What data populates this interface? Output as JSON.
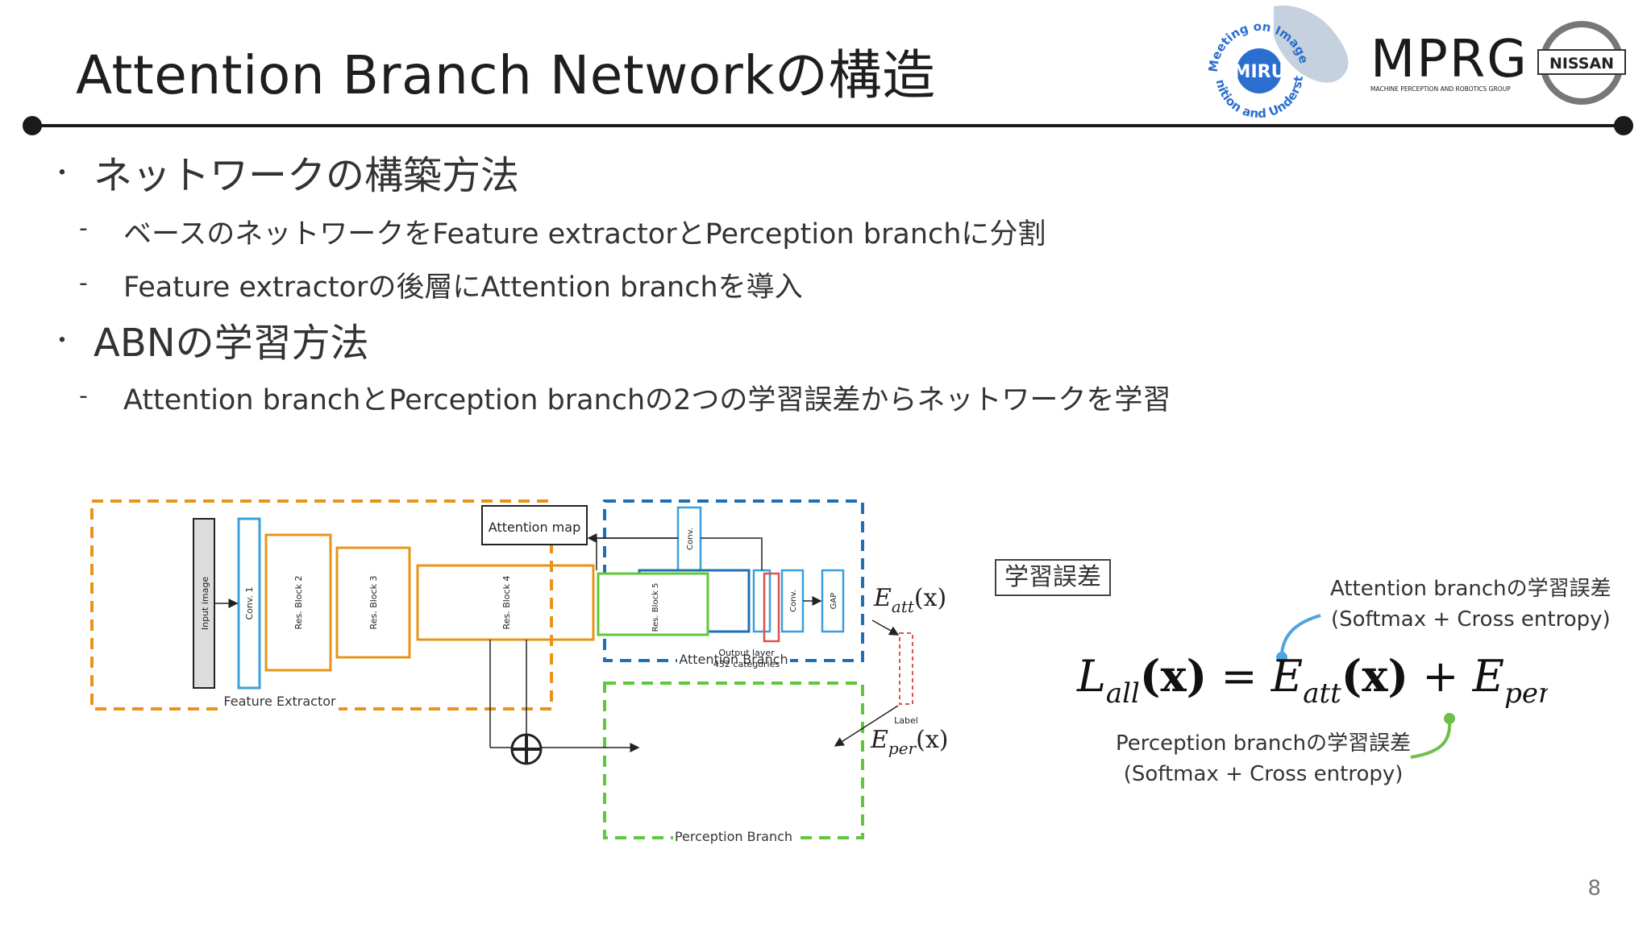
{
  "slide": {
    "title": "Attention Branch Networkの構造",
    "page_number": "8",
    "bullets": [
      {
        "text": "ネットワークの構築方法",
        "subs": [
          "ベースのネットワークをFeature extractorとPerception branchに分割",
          "Feature extractorの後層にAttention branchを導入"
        ]
      },
      {
        "text": "ABNの学習方法",
        "subs": [
          "Attention branchとPerception branchの2つの学習誤差からネットワークを学習"
        ]
      }
    ],
    "bullet_marker": "・",
    "sub_marker": "-"
  },
  "logos": {
    "miru_ring_top": "Meeting on Image Recog",
    "miru_ring_bottom": "nition and Understanding",
    "miru_center": "MIRU",
    "mprg_main": "MPRG",
    "mprg_sub": "MACHINE PERCEPTION AND ROBOTICS GROUP",
    "nissan": "NISSAN"
  },
  "diagram": {
    "attention_map": "Attention map",
    "input_image": "Input image",
    "conv1": "Conv. 1",
    "res_block2": "Res. Block 2",
    "res_block3": "Res. Block 3",
    "res_block4": "Res. Block 4",
    "res_block5": "Res. Block 5",
    "conv": "Conv.",
    "gap": "GAP",
    "feature_extractor": "Feature Extractor",
    "attention_branch": "Attention Branch",
    "perception_branch": "Perception Branch",
    "output_layer": "Output layer",
    "categories": "432 categories",
    "label": "Label",
    "e_att_main": "E",
    "e_att_sub": "att",
    "e_per_main": "E",
    "e_per_sub": "per",
    "x_arg": "(x)"
  },
  "loss": {
    "box_label": "学習誤差",
    "att_note_line1": "Attention branchの学習誤差",
    "att_note_line2": "(Softmax + Cross entropy)",
    "per_note_line1": "Perception branchの学習誤差",
    "per_note_line2": "(Softmax + Cross entropy)",
    "eq_L": "L",
    "eq_all": "all",
    "eq_x": "(x)",
    "eq_equals": " = ",
    "eq_E": "E",
    "eq_att": "att",
    "eq_plus": " + ",
    "eq_per": "per"
  },
  "colors": {
    "orange": "#E8941A",
    "blue": "#1F6FB5",
    "green": "#5CC83A",
    "light_blue": "#3AA0DD",
    "red": "#D9534F",
    "note_blue": "#4FA3E0",
    "note_green": "#6CC04A"
  }
}
